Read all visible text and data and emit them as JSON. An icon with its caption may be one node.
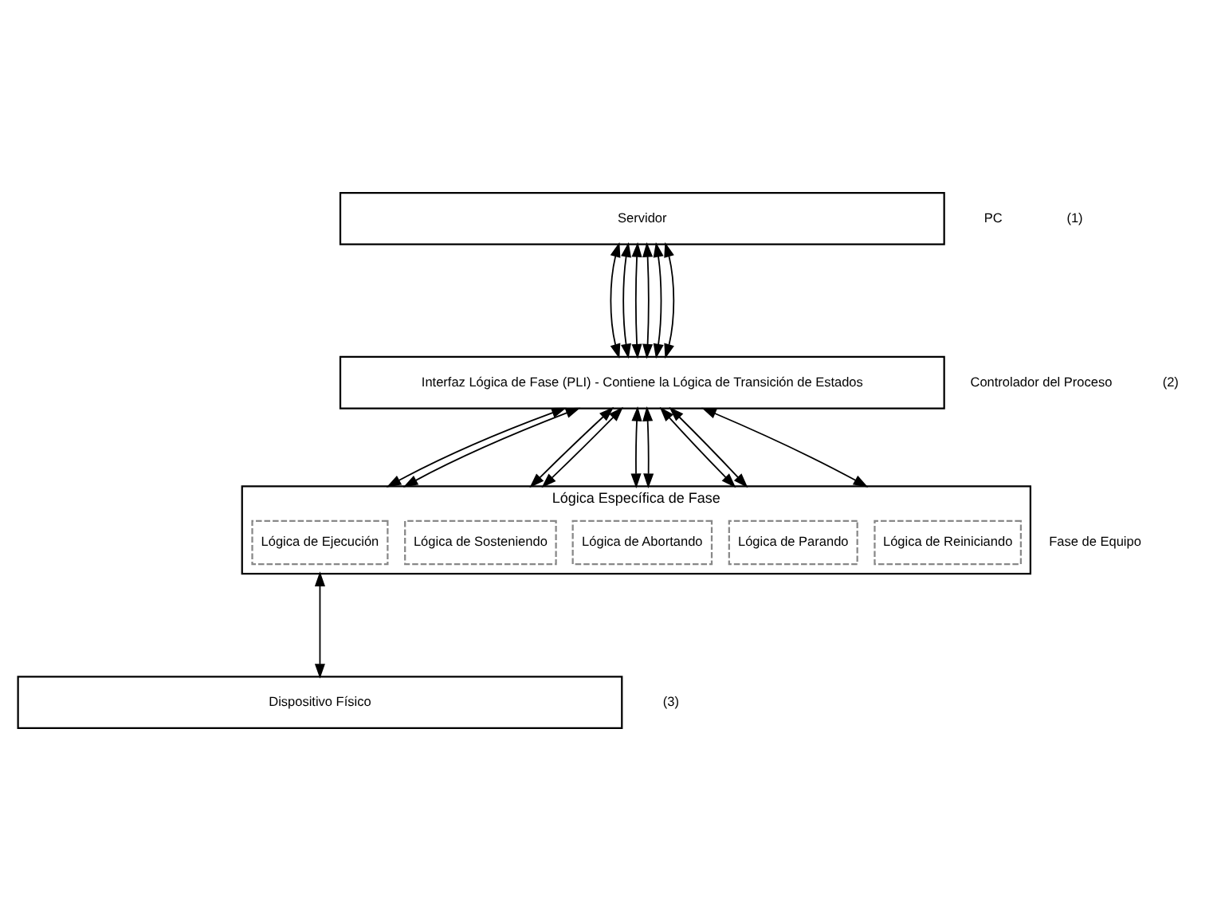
{
  "diagram": {
    "nodes": [
      {
        "text": [
          "Servidor"
        ]
      },
      {
        "text": [
          "Interfaz Lógica de Fase (PLI) - Contiene la Lógica de Transición de Estados"
        ]
      },
      {
        "text": [
          "Lógica Específica de Fase"
        ]
      },
      {
        "text": [
          "Lógica de Ejecución"
        ],
        "in": 2
      },
      {
        "text": [
          "Lógica de Sosteniendo"
        ],
        "in": 2
      },
      {
        "text": [
          "Lógica de Abortando"
        ],
        "in": 2
      },
      {
        "text": [
          "Lógica de Parando"
        ],
        "in": 2
      },
      {
        "text": [
          "Lógica de Reiniciando"
        ],
        "in": 2
      },
      {
        "text": [
          "Dispositivo Físico"
        ]
      }
    ],
    "edges": [
      {
        "from": 0,
        "to": 1,
        "arrow": "both"
      },
      {
        "from": 0,
        "to": 1,
        "arrow": "both"
      },
      {
        "from": 0,
        "to": 1,
        "arrow": "both"
      },
      {
        "from": 0,
        "to": 1,
        "arrow": "both"
      },
      {
        "from": 0,
        "to": 1,
        "arrow": "both"
      },
      {
        "from": 0,
        "to": 1,
        "arrow": "both"
      },
      {
        "from": 1,
        "to": 2,
        "arrow": "both"
      },
      {
        "from": 1,
        "to": 2,
        "arrow": "both"
      },
      {
        "from": 1,
        "to": 2,
        "arrow": "both"
      },
      {
        "from": 1,
        "to": 2,
        "arrow": "both"
      },
      {
        "from": 1,
        "to": 2,
        "arrow": "both"
      },
      {
        "from": 1,
        "to": 2,
        "arrow": "both"
      },
      {
        "from": 1,
        "to": 2,
        "arrow": "both"
      },
      {
        "from": 1,
        "to": 2,
        "arrow": "both"
      },
      {
        "from": 1,
        "to": 2,
        "arrow": "both"
      },
      {
        "from": 2,
        "to": 8,
        "arrow": "both"
      }
    ],
    "labels": [
      "PC",
      "(1)",
      "Controlador del Proceso",
      "(2)",
      "Fase de Equipo",
      "(3)"
    ]
  }
}
